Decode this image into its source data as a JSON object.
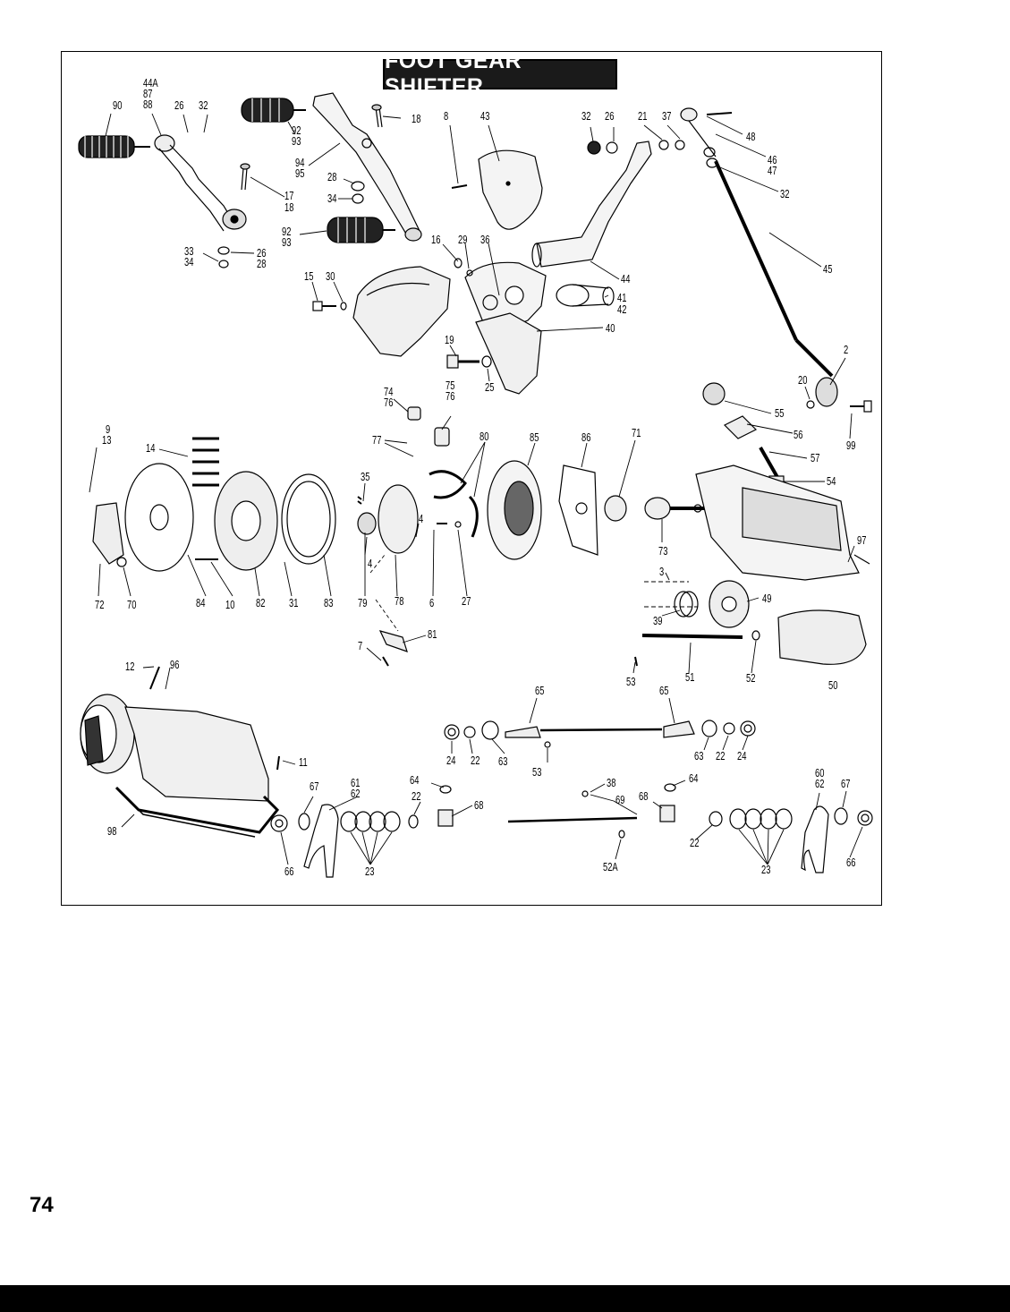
{
  "title": "FOOT GEAR SHIFTER",
  "page_number": "74",
  "callouts": [
    {
      "id": "c1",
      "text": "44A"
    },
    {
      "id": "c2",
      "text": "87"
    },
    {
      "id": "c3",
      "text": "88"
    },
    {
      "id": "c4",
      "text": "90"
    },
    {
      "id": "c5",
      "text": "26"
    },
    {
      "id": "c6",
      "text": "32"
    },
    {
      "id": "c7",
      "text": "92"
    },
    {
      "id": "c8",
      "text": "93"
    },
    {
      "id": "c9",
      "text": "94"
    },
    {
      "id": "c10",
      "text": "95"
    },
    {
      "id": "c11",
      "text": "18"
    },
    {
      "id": "c12",
      "text": "8"
    },
    {
      "id": "c13",
      "text": "43"
    },
    {
      "id": "c14",
      "text": "32"
    },
    {
      "id": "c15",
      "text": "26"
    },
    {
      "id": "c16",
      "text": "21"
    },
    {
      "id": "c17",
      "text": "37"
    },
    {
      "id": "c18",
      "text": "48"
    },
    {
      "id": "c19",
      "text": "46"
    },
    {
      "id": "c20",
      "text": "47"
    },
    {
      "id": "c21",
      "text": "32"
    },
    {
      "id": "c22",
      "text": "28"
    },
    {
      "id": "c23",
      "text": "34"
    },
    {
      "id": "c24",
      "text": "17"
    },
    {
      "id": "c25",
      "text": "18"
    },
    {
      "id": "c26",
      "text": "92"
    },
    {
      "id": "c27",
      "text": "93"
    },
    {
      "id": "c28",
      "text": "33"
    },
    {
      "id": "c29",
      "text": "34"
    },
    {
      "id": "c30",
      "text": "26"
    },
    {
      "id": "c31",
      "text": "28"
    },
    {
      "id": "c32",
      "text": "16"
    },
    {
      "id": "c33",
      "text": "29"
    },
    {
      "id": "c34",
      "text": "36"
    },
    {
      "id": "c35",
      "text": "44"
    },
    {
      "id": "c36",
      "text": "45"
    },
    {
      "id": "c37",
      "text": "15"
    },
    {
      "id": "c38",
      "text": "30"
    },
    {
      "id": "c39",
      "text": "41"
    },
    {
      "id": "c40",
      "text": "42"
    },
    {
      "id": "c41",
      "text": "40"
    },
    {
      "id": "c42",
      "text": "19"
    },
    {
      "id": "c43",
      "text": "25"
    },
    {
      "id": "c44",
      "text": "2"
    },
    {
      "id": "c45",
      "text": "20"
    },
    {
      "id": "c46",
      "text": "74"
    },
    {
      "id": "c47",
      "text": "76"
    },
    {
      "id": "c48",
      "text": "75"
    },
    {
      "id": "c49",
      "text": "76"
    },
    {
      "id": "c50",
      "text": "55"
    },
    {
      "id": "c51",
      "text": "99"
    },
    {
      "id": "c52",
      "text": "9"
    },
    {
      "id": "c53",
      "text": "13"
    },
    {
      "id": "c54",
      "text": "14"
    },
    {
      "id": "c55",
      "text": "77"
    },
    {
      "id": "c56",
      "text": "80"
    },
    {
      "id": "c57",
      "text": "85"
    },
    {
      "id": "c58",
      "text": "86"
    },
    {
      "id": "c59",
      "text": "71"
    },
    {
      "id": "c60",
      "text": "56"
    },
    {
      "id": "c61",
      "text": "57"
    },
    {
      "id": "c62",
      "text": "54"
    },
    {
      "id": "c63",
      "text": "35"
    },
    {
      "id": "c64",
      "text": "97"
    },
    {
      "id": "c65",
      "text": "4"
    },
    {
      "id": "c66",
      "text": "4"
    },
    {
      "id": "c67",
      "text": "73"
    },
    {
      "id": "c68",
      "text": "72"
    },
    {
      "id": "c69",
      "text": "70"
    },
    {
      "id": "c70",
      "text": "84"
    },
    {
      "id": "c71",
      "text": "10"
    },
    {
      "id": "c72",
      "text": "82"
    },
    {
      "id": "c73",
      "text": "31"
    },
    {
      "id": "c74",
      "text": "83"
    },
    {
      "id": "c75",
      "text": "79"
    },
    {
      "id": "c76",
      "text": "78"
    },
    {
      "id": "c77",
      "text": "6"
    },
    {
      "id": "c78",
      "text": "27"
    },
    {
      "id": "c79",
      "text": "3"
    },
    {
      "id": "c80",
      "text": "49"
    },
    {
      "id": "c81",
      "text": "39"
    },
    {
      "id": "c82",
      "text": "81"
    },
    {
      "id": "c83",
      "text": "7"
    },
    {
      "id": "c84",
      "text": "12"
    },
    {
      "id": "c85",
      "text": "96"
    },
    {
      "id": "c86",
      "text": "53"
    },
    {
      "id": "c87",
      "text": "51"
    },
    {
      "id": "c88",
      "text": "52"
    },
    {
      "id": "c89",
      "text": "50"
    },
    {
      "id": "c90",
      "text": "65"
    },
    {
      "id": "c91",
      "text": "65"
    },
    {
      "id": "c92",
      "text": "24"
    },
    {
      "id": "c93",
      "text": "22"
    },
    {
      "id": "c94",
      "text": "63"
    },
    {
      "id": "c95",
      "text": "53"
    },
    {
      "id": "c96",
      "text": "63"
    },
    {
      "id": "c97",
      "text": "22"
    },
    {
      "id": "c98",
      "text": "24"
    },
    {
      "id": "c99",
      "text": "11"
    },
    {
      "id": "c100",
      "text": "64"
    },
    {
      "id": "c101",
      "text": "22"
    },
    {
      "id": "c102",
      "text": "68"
    },
    {
      "id": "c103",
      "text": "38"
    },
    {
      "id": "c104",
      "text": "69"
    },
    {
      "id": "c105",
      "text": "64"
    },
    {
      "id": "c106",
      "text": "68"
    },
    {
      "id": "c107",
      "text": "60"
    },
    {
      "id": "c108",
      "text": "62"
    },
    {
      "id": "c109",
      "text": "67"
    },
    {
      "id": "c110",
      "text": "67"
    },
    {
      "id": "c111",
      "text": "61"
    },
    {
      "id": "c112",
      "text": "62"
    },
    {
      "id": "c113",
      "text": "98"
    },
    {
      "id": "c114",
      "text": "66"
    },
    {
      "id": "c115",
      "text": "23"
    },
    {
      "id": "c116",
      "text": "52A"
    },
    {
      "id": "c117",
      "text": "22"
    },
    {
      "id": "c118",
      "text": "23"
    },
    {
      "id": "c119",
      "text": "66"
    }
  ]
}
